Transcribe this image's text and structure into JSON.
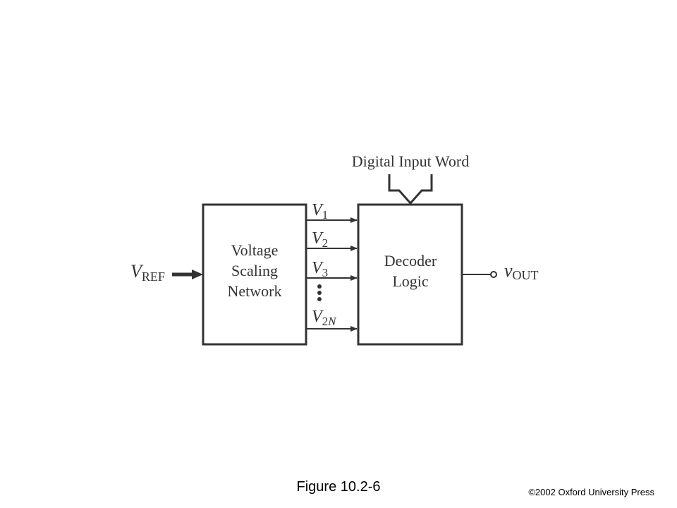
{
  "diagram": {
    "input_word": "Digital Input Word",
    "vref": {
      "main": "V",
      "sub": "REF"
    },
    "scaling_block": [
      "Voltage",
      "Scaling",
      "Network"
    ],
    "decoder_block": [
      "Decoder",
      "Logic"
    ],
    "outputs": [
      {
        "main": "V",
        "sub": "1"
      },
      {
        "main": "V",
        "sub": "2"
      },
      {
        "main": "V",
        "sub": "3"
      },
      {
        "main": "V",
        "sub": "2",
        "sub2": "N"
      }
    ],
    "vout": {
      "main": "v",
      "sub": "OUT"
    }
  },
  "caption": "Figure 10.2-6",
  "copyright": "©2002 Oxford University Press"
}
